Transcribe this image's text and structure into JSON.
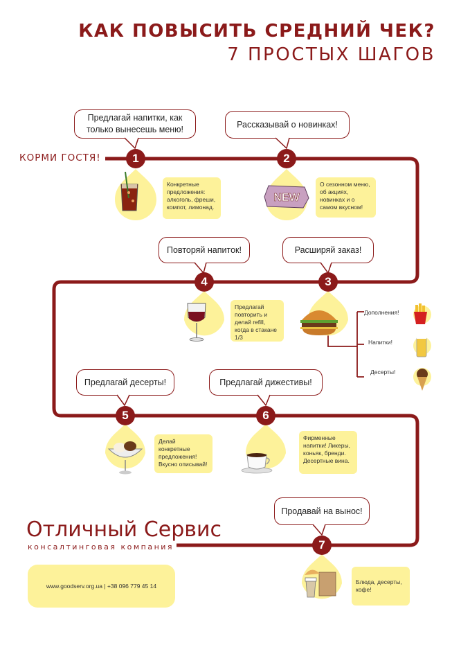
{
  "header": {
    "title": "КАК ПОВЫСИТЬ СРЕДНИЙ ЧЕК?",
    "subtitle": "7 ПРОСТЫХ ШАГОВ"
  },
  "start_label": "КОРМИ ГОСТЯ!",
  "steps": [
    {
      "number": "1",
      "bubble": "Предлагай напитки, как только вынесешь меню!",
      "note": "Конкретные предложения: алкоголь, фреши, компот, лимонад.",
      "icon": "drink-icon"
    },
    {
      "number": "2",
      "bubble": "Рассказывай о новинках!",
      "note": "О сезонном меню, об акциях, новинках и о самом вкусном!",
      "icon": "new-badge-icon",
      "icon_text": "NEW"
    },
    {
      "number": "3",
      "bubble": "Расширяй заказ!",
      "icon": "burger-icon",
      "branches": [
        {
          "label": "Дополнения!",
          "icon": "fries-icon"
        },
        {
          "label": "Напитки!",
          "icon": "beer-icon"
        },
        {
          "label": "Десерты!",
          "icon": "ice-cream-icon"
        }
      ]
    },
    {
      "number": "4",
      "bubble": "Повторяй напиток!",
      "note": "Предлагай повторить и делай refill, когда в стакане 1/3",
      "icon": "wine-glass-icon"
    },
    {
      "number": "5",
      "bubble": "Предлагай десерты!",
      "note": "Делай конкретные предложения! Вкусно описывай!",
      "icon": "sundae-icon"
    },
    {
      "number": "6",
      "bubble": "Предлагай дижестивы!",
      "note": "Фирменные напитки! Ликеры, коньяк, бренди. Десертные вина.",
      "icon": "coffee-cup-icon"
    },
    {
      "number": "7",
      "bubble": "Продавай на вынос!",
      "note": "Блюда, десерты, кофе!",
      "icon": "takeaway-icon"
    }
  ],
  "brand": {
    "name": "Отличный Сервис",
    "tagline": "консалтинговая компания",
    "contact": "www.goodserv.org.ua | +38 096 779 45 14"
  },
  "colors": {
    "accent": "#8b1a1a",
    "highlight": "#fdf29a"
  }
}
